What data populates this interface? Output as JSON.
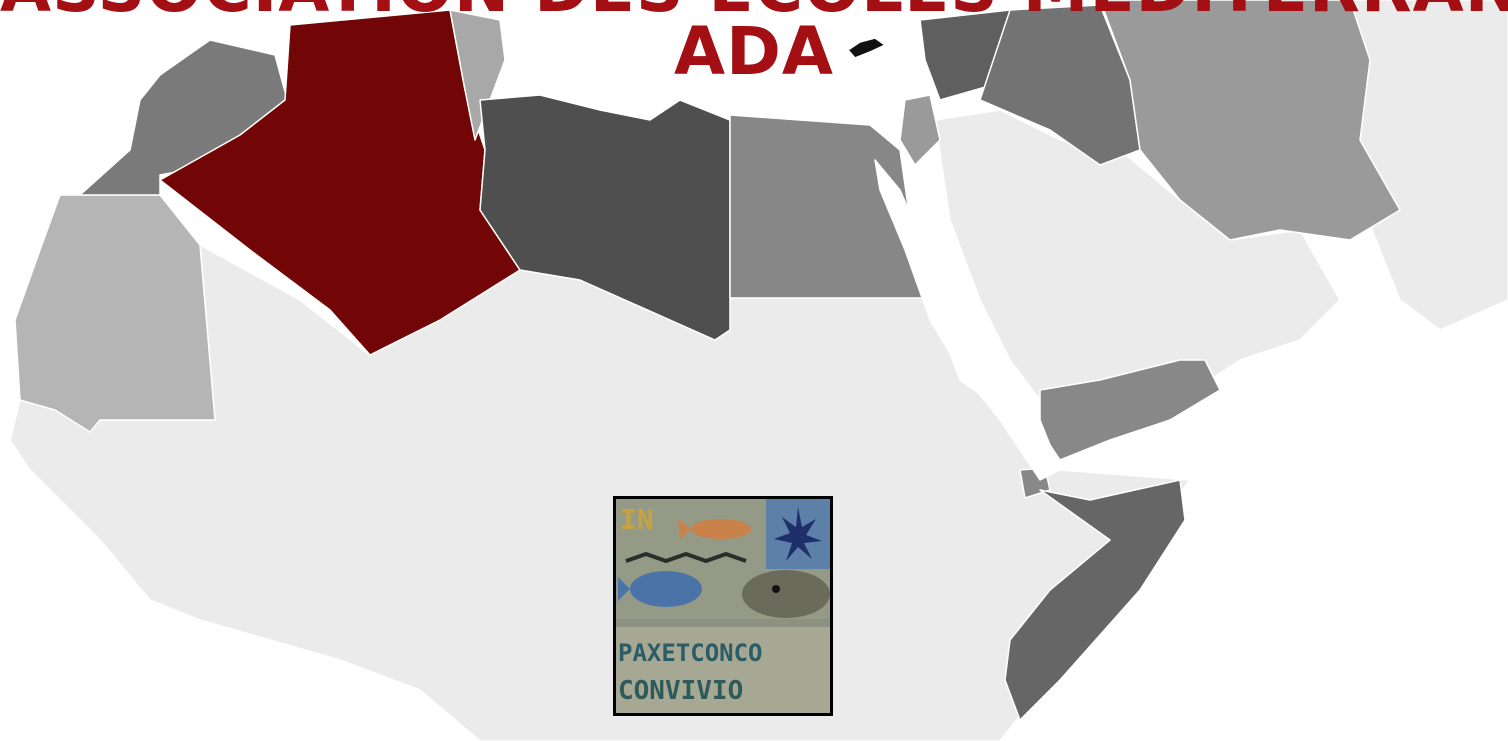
{
  "header": {
    "title_partial": "ASSOCIATION DES ÉCOLES MEDITERRANÉE",
    "title_line": "ADA"
  },
  "mosaic": {
    "text_line1": "IN",
    "text_line2": "PAXETCONCO",
    "text_line3": "CONVIVIO"
  },
  "colors": {
    "brand_red": "#a30f12",
    "highlight_country": "#720505",
    "land_light": "#e6e6e6",
    "mosaic_border": "#000000"
  }
}
